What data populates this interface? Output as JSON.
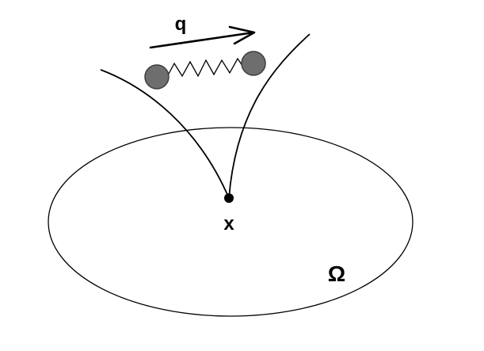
{
  "labels": {
    "vector": "q",
    "point": "x",
    "region": "Ω"
  },
  "colors": {
    "stroke": "#000000",
    "bead_fill": "#6e6e6e",
    "bead_stroke": "#3c3c3c",
    "background": "#ffffff"
  },
  "icons": {
    "arrow": "arrow-right-icon",
    "spring": "zigzag-spring-icon",
    "bead": "circle-icon"
  }
}
